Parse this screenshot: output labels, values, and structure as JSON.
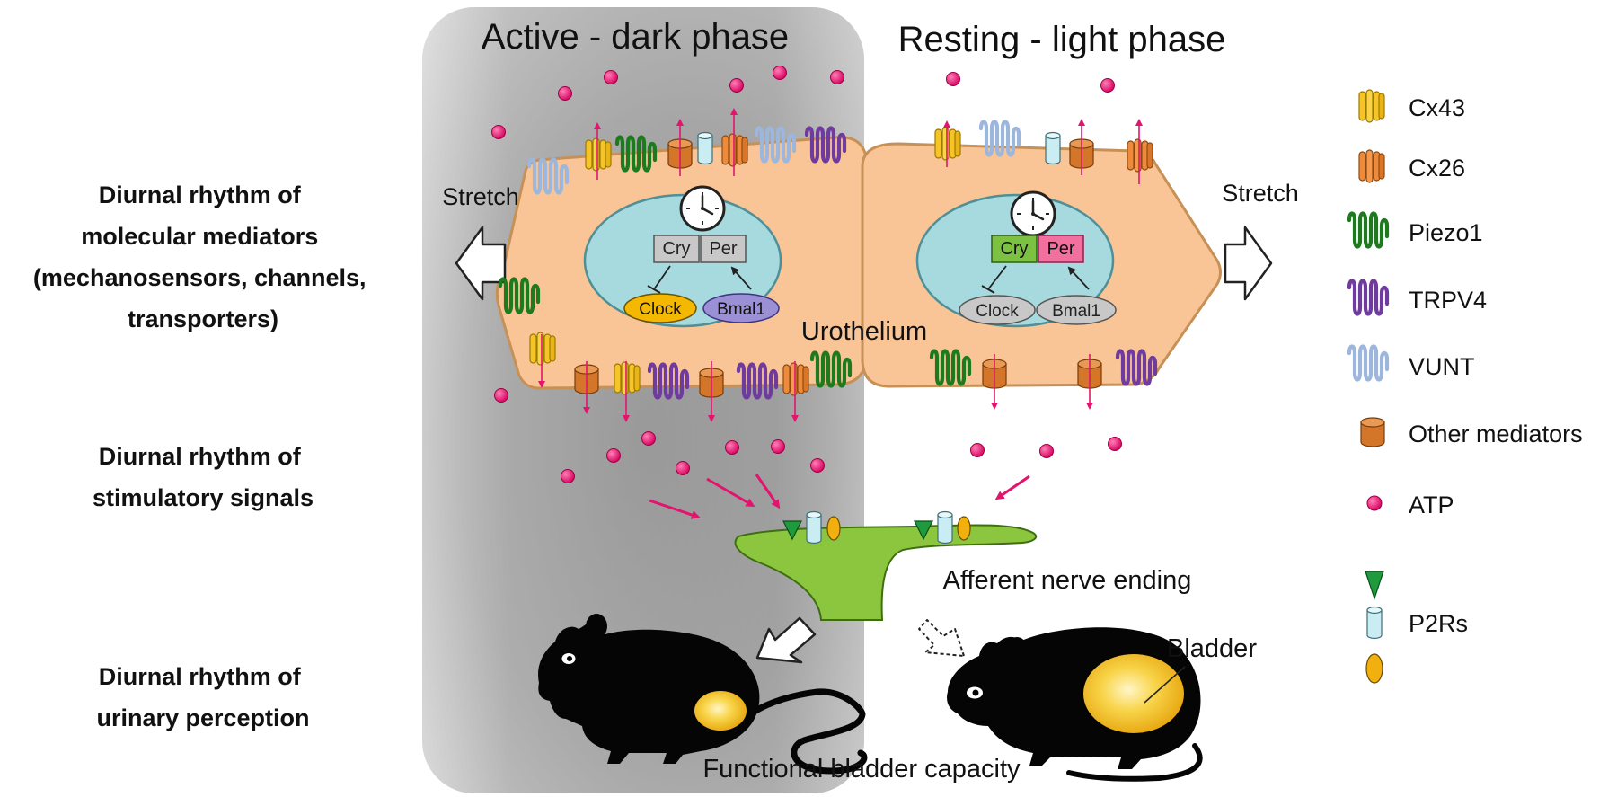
{
  "phases": {
    "active": "Active - dark phase",
    "resting": "Resting - light phase"
  },
  "row_labels": {
    "molecular": [
      "Diurnal rhythm of",
      "molecular mediators",
      "(mechanosensors, channels,",
      "transporters)"
    ],
    "signals": [
      "Diurnal rhythm of",
      "stimulatory signals"
    ],
    "perception": [
      "Diurnal rhythm of",
      "urinary perception"
    ]
  },
  "cell": {
    "stretch_left": "Stretch",
    "stretch_right": "Stretch",
    "urothelium": "Urothelium",
    "left_nucleus": {
      "cry": "Cry",
      "per": "Per",
      "clock": "Clock",
      "bmal1": "Bmal1"
    },
    "right_nucleus": {
      "cry": "Cry",
      "per": "Per",
      "clock": "Clock",
      "bmal1": "Bmal1"
    }
  },
  "labels": {
    "afferent": "Afferent nerve ending",
    "bladder": "Bladder",
    "capacity": "Functional bladder capacity"
  },
  "legend": [
    {
      "label": "Cx43",
      "icon": "cx43-icon"
    },
    {
      "label": "Cx26",
      "icon": "cx26-icon"
    },
    {
      "label": "Piezo1",
      "icon": "piezo1-icon"
    },
    {
      "label": "TRPV4",
      "icon": "trpv4-icon"
    },
    {
      "label": "VUNT",
      "icon": "vunt-icon"
    },
    {
      "label": "Other mediators",
      "icon": "mediator-icon"
    },
    {
      "label": "ATP",
      "icon": "atp-icon"
    },
    {
      "label": "P2Rs",
      "icon": "p2r-icon"
    }
  ],
  "colors": {
    "cell": "#F9C596",
    "cell_stroke": "#C69056",
    "nucleus": "#A6DADF",
    "cx43": "#F6C426",
    "cx26": "#EE8A3C",
    "piezo1": "#1E7A1E",
    "trpv4": "#6F3C9E",
    "vunt": "#9DB6DC",
    "mediator": "#D3762A",
    "atp": "#E2146E",
    "nerve": "#8CC63F",
    "cry_active": "#7DC142",
    "per_active": "#F2709E",
    "clock_active": "#F5B800",
    "bmal1_active": "#9B8FD6",
    "gene_inactive": "#C8C8C8",
    "bladder": "#F5C21D"
  }
}
